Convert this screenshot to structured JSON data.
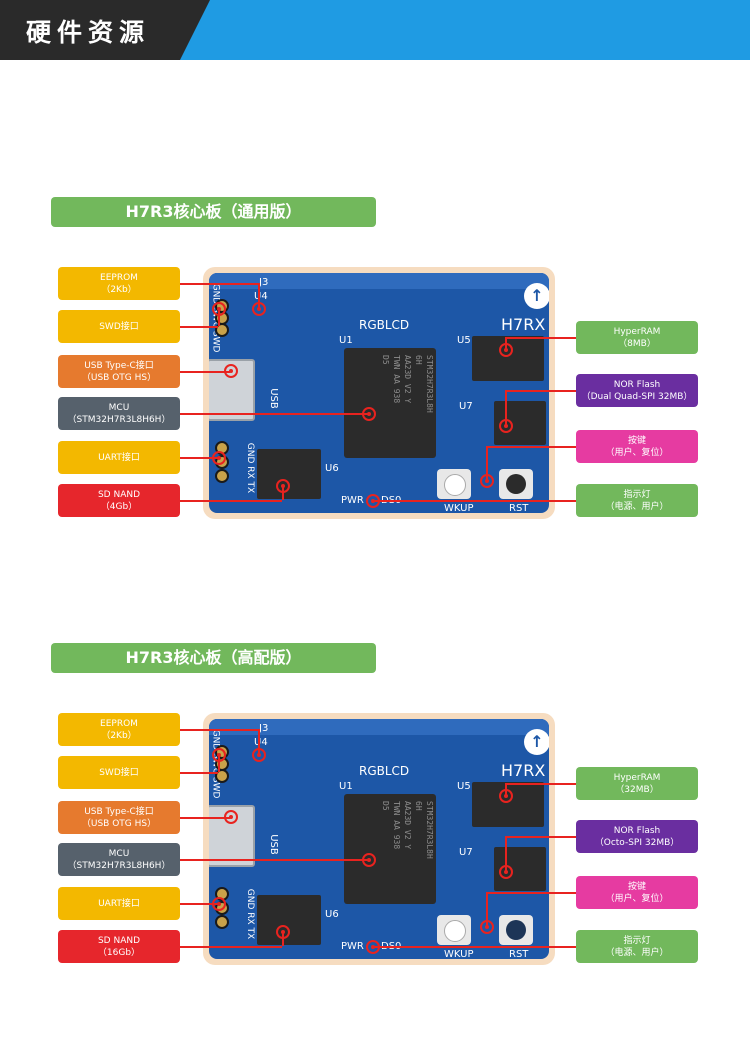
{
  "header": {
    "title": "硬件资源"
  },
  "sections": [
    {
      "title": "H7R3核心板（通用版）",
      "silk": {
        "j3": "J3",
        "u1": "U1",
        "u4": "U4",
        "u5": "U5",
        "u6": "U6",
        "u7": "U7",
        "rgblcd": "RGBLCD",
        "h7rx": "H7RX",
        "pwr": "PWR",
        "ds0": "DS0",
        "wkup": "WKUP",
        "rst": "RST",
        "gnd_swc_swd": "GND SWC SWD",
        "gnd_rx_tx": "GND RX TX",
        "usb": "USB"
      },
      "chip_text": "STM32H7R3L8H\n6H\nAA23D V2 Y\nTWN AA 938\nD5",
      "labels_left": [
        {
          "line1": "EEPROM",
          "line2": "（2Kb）",
          "color": "#f3b800"
        },
        {
          "line1": "SWD接口",
          "line2": "",
          "color": "#f3b800"
        },
        {
          "line1": "USB Type-C接口",
          "line2": "（USB OTG HS）",
          "color": "#e67a2e"
        },
        {
          "line1": "MCU",
          "line2": "（STM32H7R3L8H6H）",
          "color": "#56616c"
        },
        {
          "line1": "UART接口",
          "line2": "",
          "color": "#f3b800"
        },
        {
          "line1": "SD NAND",
          "line2": "（4Gb）",
          "color": "#e6262c"
        }
      ],
      "labels_right": [
        {
          "line1": "HyperRAM",
          "line2": "（8MB）",
          "color": "#72b85c"
        },
        {
          "line1": "NOR Flash",
          "line2": "（Dual Quad-SPI 32MB）",
          "color": "#6a2ea0"
        },
        {
          "line1": "按键",
          "line2": "（用户、复位）",
          "color": "#e63ba1"
        },
        {
          "line1": "指示灯",
          "line2": "（电源、用户）",
          "color": "#72b85c"
        }
      ]
    },
    {
      "title": "H7R3核心板（高配版）",
      "silk": {
        "j3": "J3",
        "u1": "U1",
        "u4": "U4",
        "u5": "U5",
        "u6": "U6",
        "u7": "U7",
        "rgblcd": "RGBLCD",
        "h7rx": "H7RX",
        "pwr": "PWR",
        "ds0": "DS0",
        "wkup": "WKUP",
        "rst": "RST",
        "gnd_swc_swd": "GND SWC SWD",
        "gnd_rx_tx": "GND RX TX",
        "usb": "USB"
      },
      "chip_text": "STM32H7R3L8H\n6H\nAA23D V2 Y\nTWN AA 938\nD5",
      "labels_left": [
        {
          "line1": "EEPROM",
          "line2": "（2Kb）",
          "color": "#f3b800"
        },
        {
          "line1": "SWD接口",
          "line2": "",
          "color": "#f3b800"
        },
        {
          "line1": "USB Type-C接口",
          "line2": "（USB OTG HS）",
          "color": "#e67a2e"
        },
        {
          "line1": "MCU",
          "line2": "（STM32H7R3L8H6H）",
          "color": "#56616c"
        },
        {
          "line1": "UART接口",
          "line2": "",
          "color": "#f3b800"
        },
        {
          "line1": "SD NAND",
          "line2": "（16Gb）",
          "color": "#e6262c"
        }
      ],
      "labels_right": [
        {
          "line1": "HyperRAM",
          "line2": "（32MB）",
          "color": "#72b85c"
        },
        {
          "line1": "NOR Flash",
          "line2": "（Octo-SPI 32MB）",
          "color": "#6a2ea0"
        },
        {
          "line1": "按键",
          "line2": "（用户、复位）",
          "color": "#e63ba1"
        },
        {
          "line1": "指示灯",
          "line2": "（电源、用户）",
          "color": "#72b85c"
        }
      ]
    }
  ]
}
